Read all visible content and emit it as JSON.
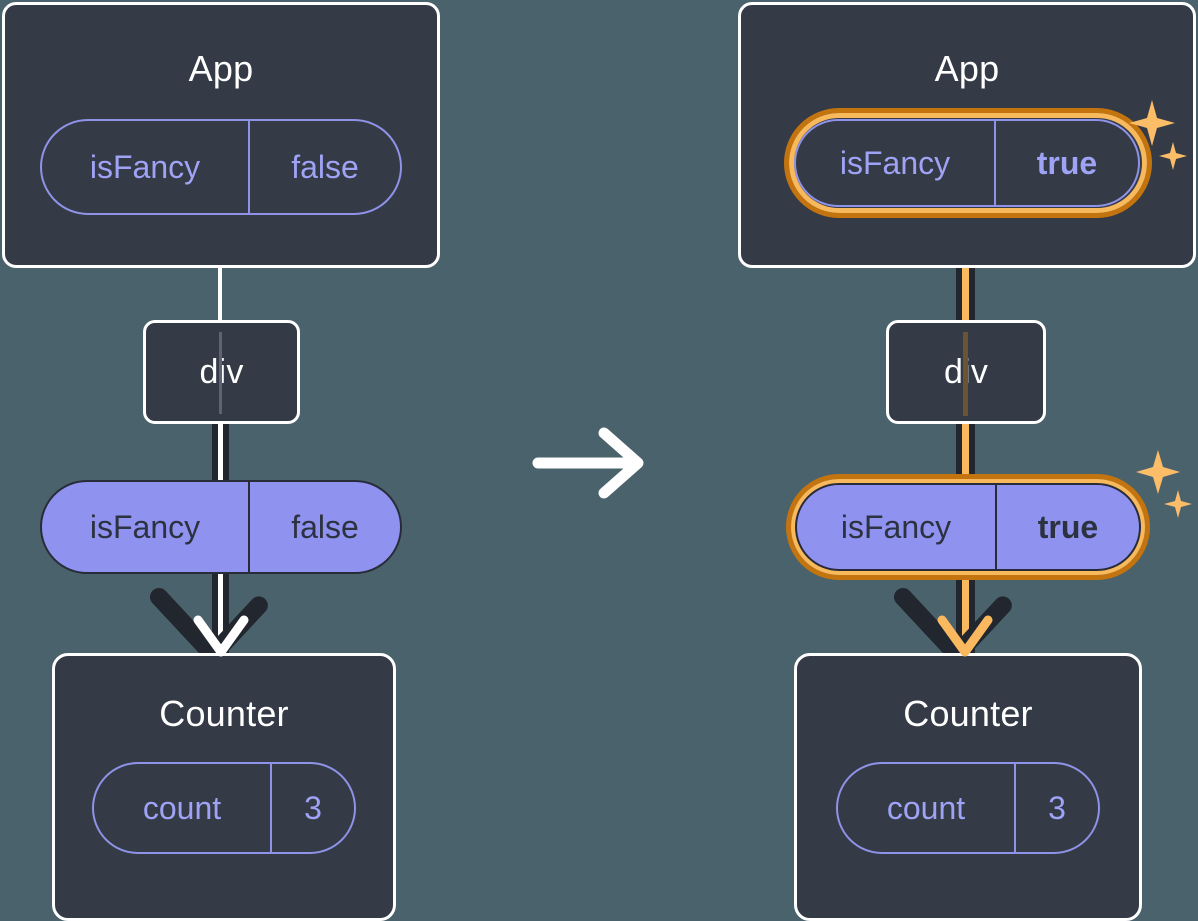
{
  "diagram": {
    "title": "React state propagation before and after isFancy toggle",
    "background_color": "#4a626b",
    "node_bg": "#343a46",
    "node_border": "#ffffff",
    "pill_fill": "#8f92ef",
    "pill_outline": "#8f93e8",
    "highlight_outer": "#c4740f",
    "highlight_inner": "#f8b85c",
    "line_dark": "#21262f",
    "line_white": "#ffffff",
    "line_amber": "#fbb95f"
  },
  "left": {
    "app": {
      "title": "App",
      "state": {
        "key": "isFancy",
        "value": "false",
        "highlighted": false,
        "bold_value": false
      }
    },
    "div": {
      "title": "div"
    },
    "prop": {
      "key": "isFancy",
      "value": "false",
      "highlighted": false,
      "bold_value": false
    },
    "counter": {
      "title": "Counter",
      "state": {
        "key": "count",
        "value": "3",
        "highlighted": false,
        "bold_value": false
      }
    }
  },
  "transition": {
    "icon": "arrow-right-icon"
  },
  "right": {
    "app": {
      "title": "App",
      "state": {
        "key": "isFancy",
        "value": "true",
        "highlighted": true,
        "bold_value": true
      },
      "sparkle_icon": "sparkles-icon"
    },
    "div": {
      "title": "div"
    },
    "prop": {
      "key": "isFancy",
      "value": "true",
      "highlighted": true,
      "bold_value": true,
      "sparkle_icon": "sparkles-icon"
    },
    "counter": {
      "title": "Counter",
      "state": {
        "key": "count",
        "value": "3",
        "highlighted": false,
        "bold_value": false
      }
    }
  }
}
